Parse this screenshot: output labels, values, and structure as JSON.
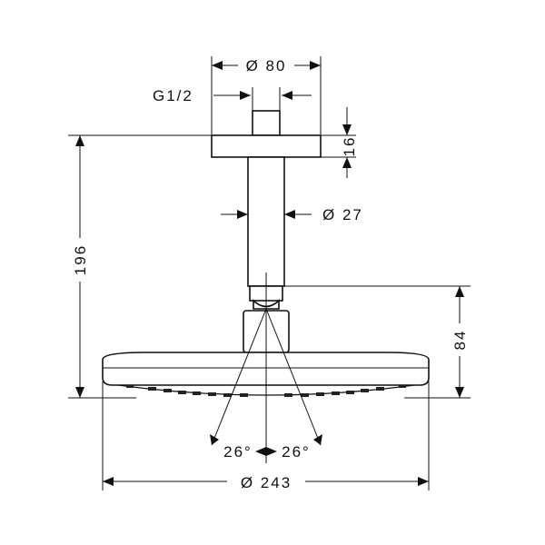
{
  "drawing": {
    "dim_outer_diameter_top": "Ø 80",
    "thread_label": "G1/2",
    "dim_flange_height": "16",
    "dim_pipe_diameter": "Ø 27",
    "dim_total_height": "196",
    "dim_head_height": "84",
    "dim_angle_left": "26°",
    "dim_angle_right": "26°",
    "dim_head_diameter": "Ø 243"
  }
}
